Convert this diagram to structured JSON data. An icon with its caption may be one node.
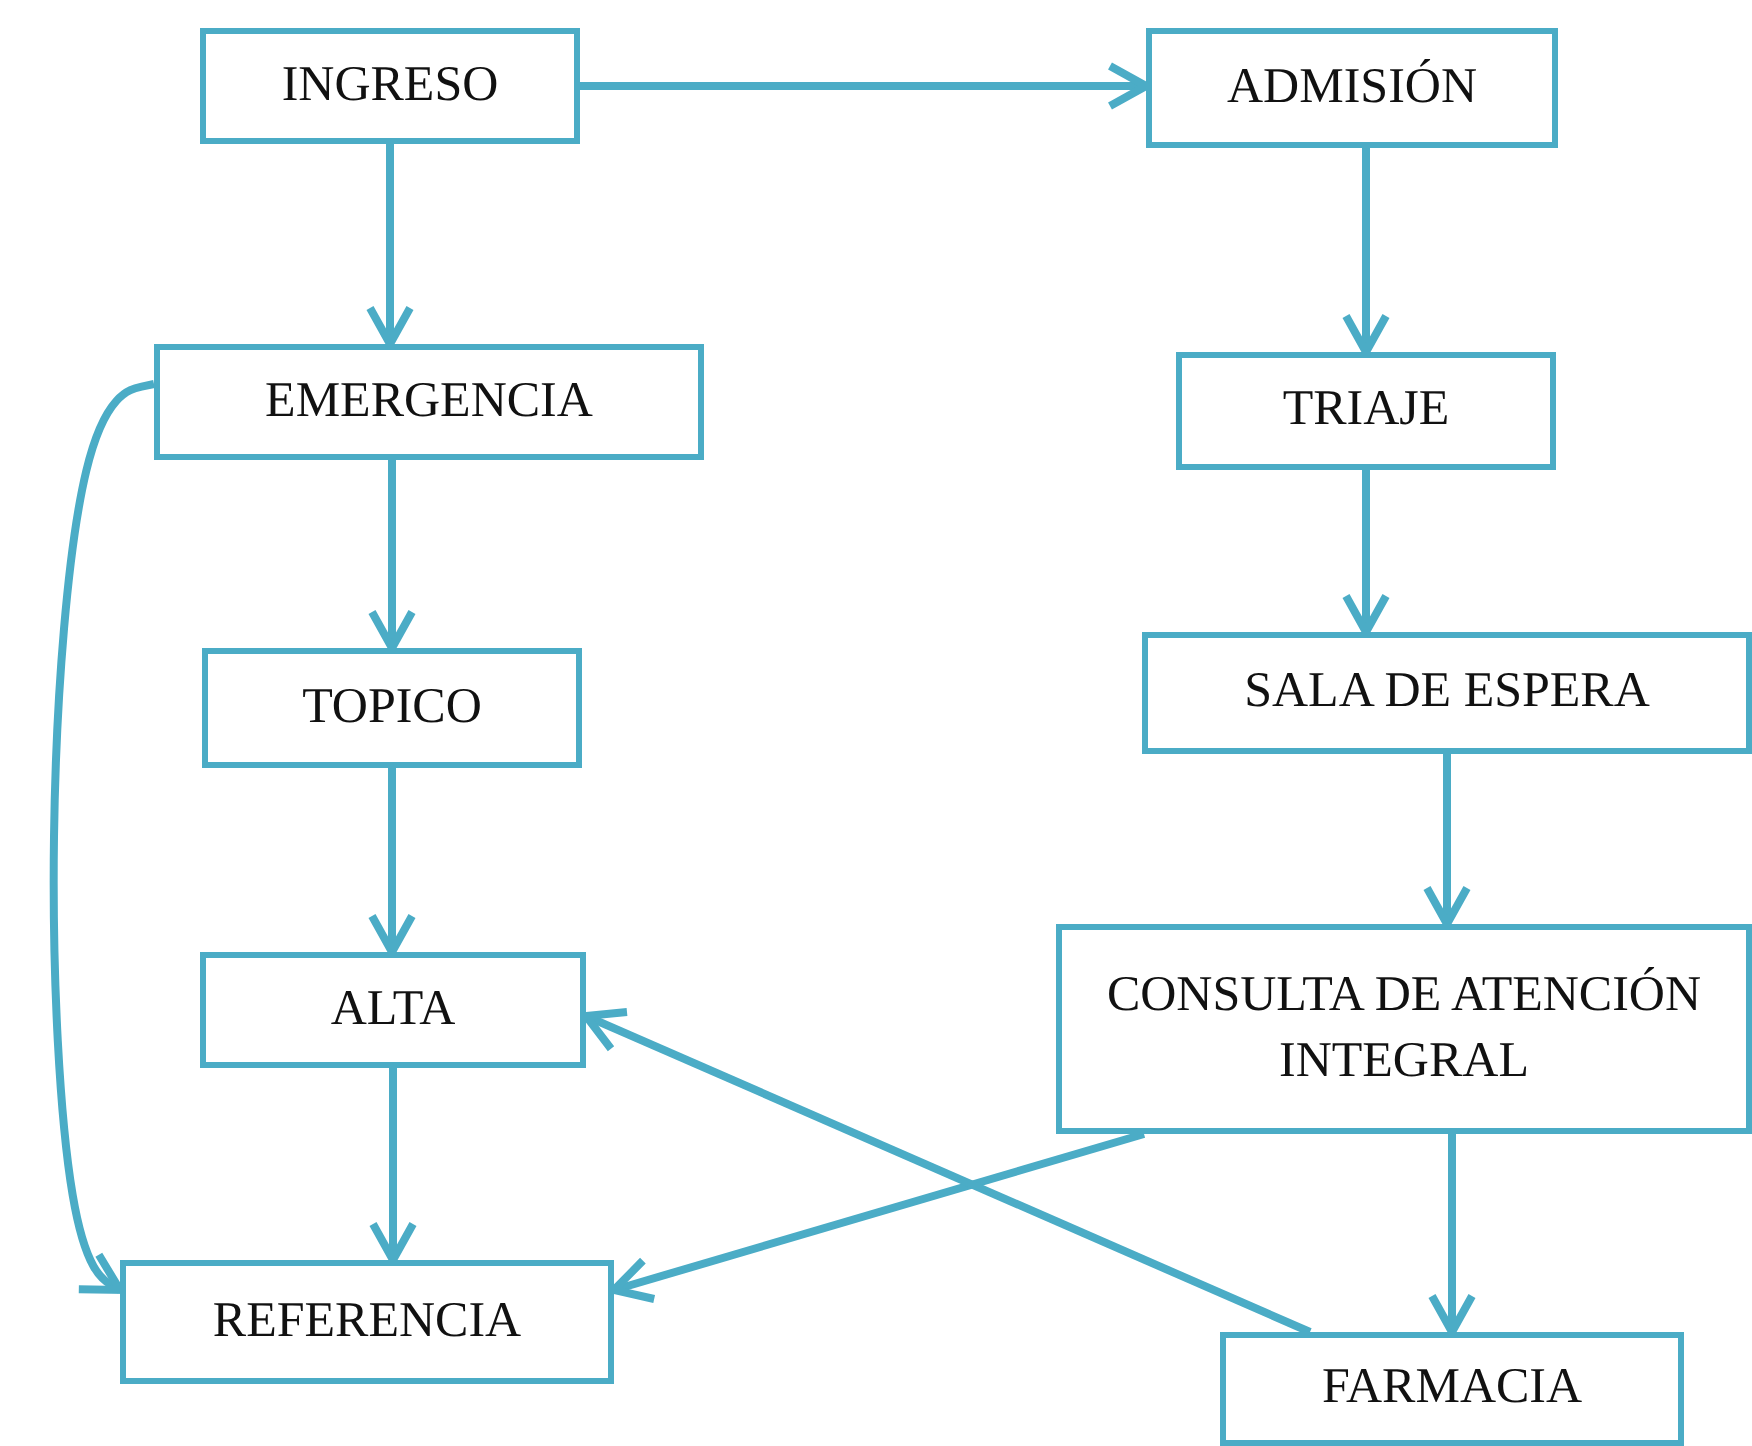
{
  "diagram": {
    "nodes": [
      {
        "text": [
          "INGRESO"
        ]
      },
      {
        "text": [
          "ADMISIÓN"
        ]
      },
      {
        "text": [
          "EMERGENCIA"
        ]
      },
      {
        "text": [
          "TRIAJE"
        ]
      },
      {
        "text": [
          "TOPICO"
        ]
      },
      {
        "text": [
          "SALA DE ESPERA"
        ]
      },
      {
        "text": [
          "ALTA"
        ]
      },
      {
        "text": [
          "CONSULTA DE ATENCIÓN INTEGRAL"
        ]
      },
      {
        "text": [
          "REFERENCIA"
        ]
      },
      {
        "text": [
          "FARMACIA"
        ]
      }
    ],
    "edges": [
      {
        "from": 0,
        "to": 1,
        "arrow": "to"
      },
      {
        "from": 0,
        "to": 2,
        "arrow": "to"
      },
      {
        "from": 1,
        "to": 3,
        "arrow": "to"
      },
      {
        "from": 2,
        "to": 4,
        "arrow": "to"
      },
      {
        "from": 3,
        "to": 5,
        "arrow": "to"
      },
      {
        "from": 4,
        "to": 6,
        "arrow": "to"
      },
      {
        "from": 5,
        "to": 7,
        "arrow": "to"
      },
      {
        "from": 6,
        "to": 8,
        "arrow": "to"
      },
      {
        "from": 7,
        "to": 9,
        "arrow": "to"
      },
      {
        "from": 7,
        "to": 8,
        "arrow": "to"
      },
      {
        "from": 9,
        "to": 6,
        "arrow": "to"
      },
      {
        "from": 2,
        "to": 8,
        "arrow": "to"
      }
    ]
  }
}
